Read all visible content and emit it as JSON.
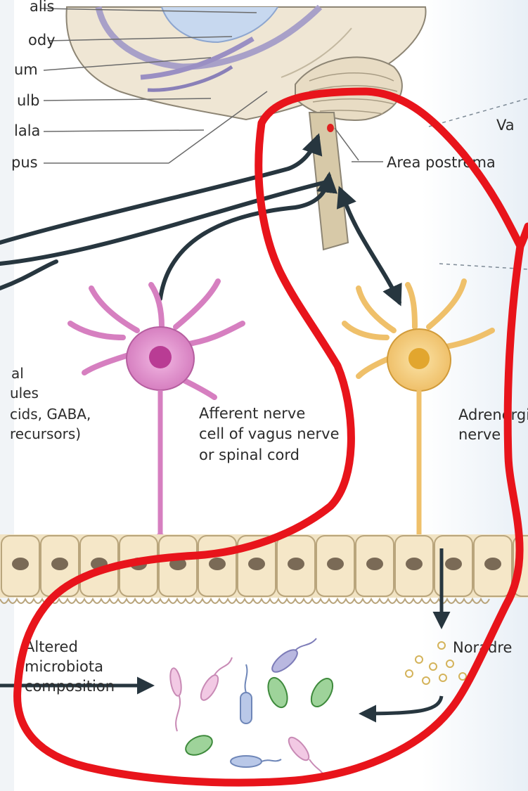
{
  "left_labels": [
    "alis",
    "ody",
    "um",
    "ulb",
    "lala",
    "pus"
  ],
  "top_right_label": "Va",
  "area_postrema_label": "Area postrema",
  "left_molecules": [
    "al",
    "ules",
    "cids, GABA,",
    "recursors)"
  ],
  "afferent_label": [
    "Afferent nerve",
    "cell of vagus nerve",
    "or spinal cord"
  ],
  "adrenergic_label": [
    "Adrenergic",
    "nerve"
  ],
  "microbiota_label": [
    "Altered",
    "microbiota",
    "composition"
  ],
  "noradrenaline_label": "Noradre",
  "colors": {
    "annotation_red": "#e8141b",
    "arrow": "#27363f",
    "afferent_neuron": "#d67fc0",
    "adrenergic_neuron": "#efc06a",
    "epithelium": "#f1e3c3",
    "nucleus": "#7a6a56"
  }
}
